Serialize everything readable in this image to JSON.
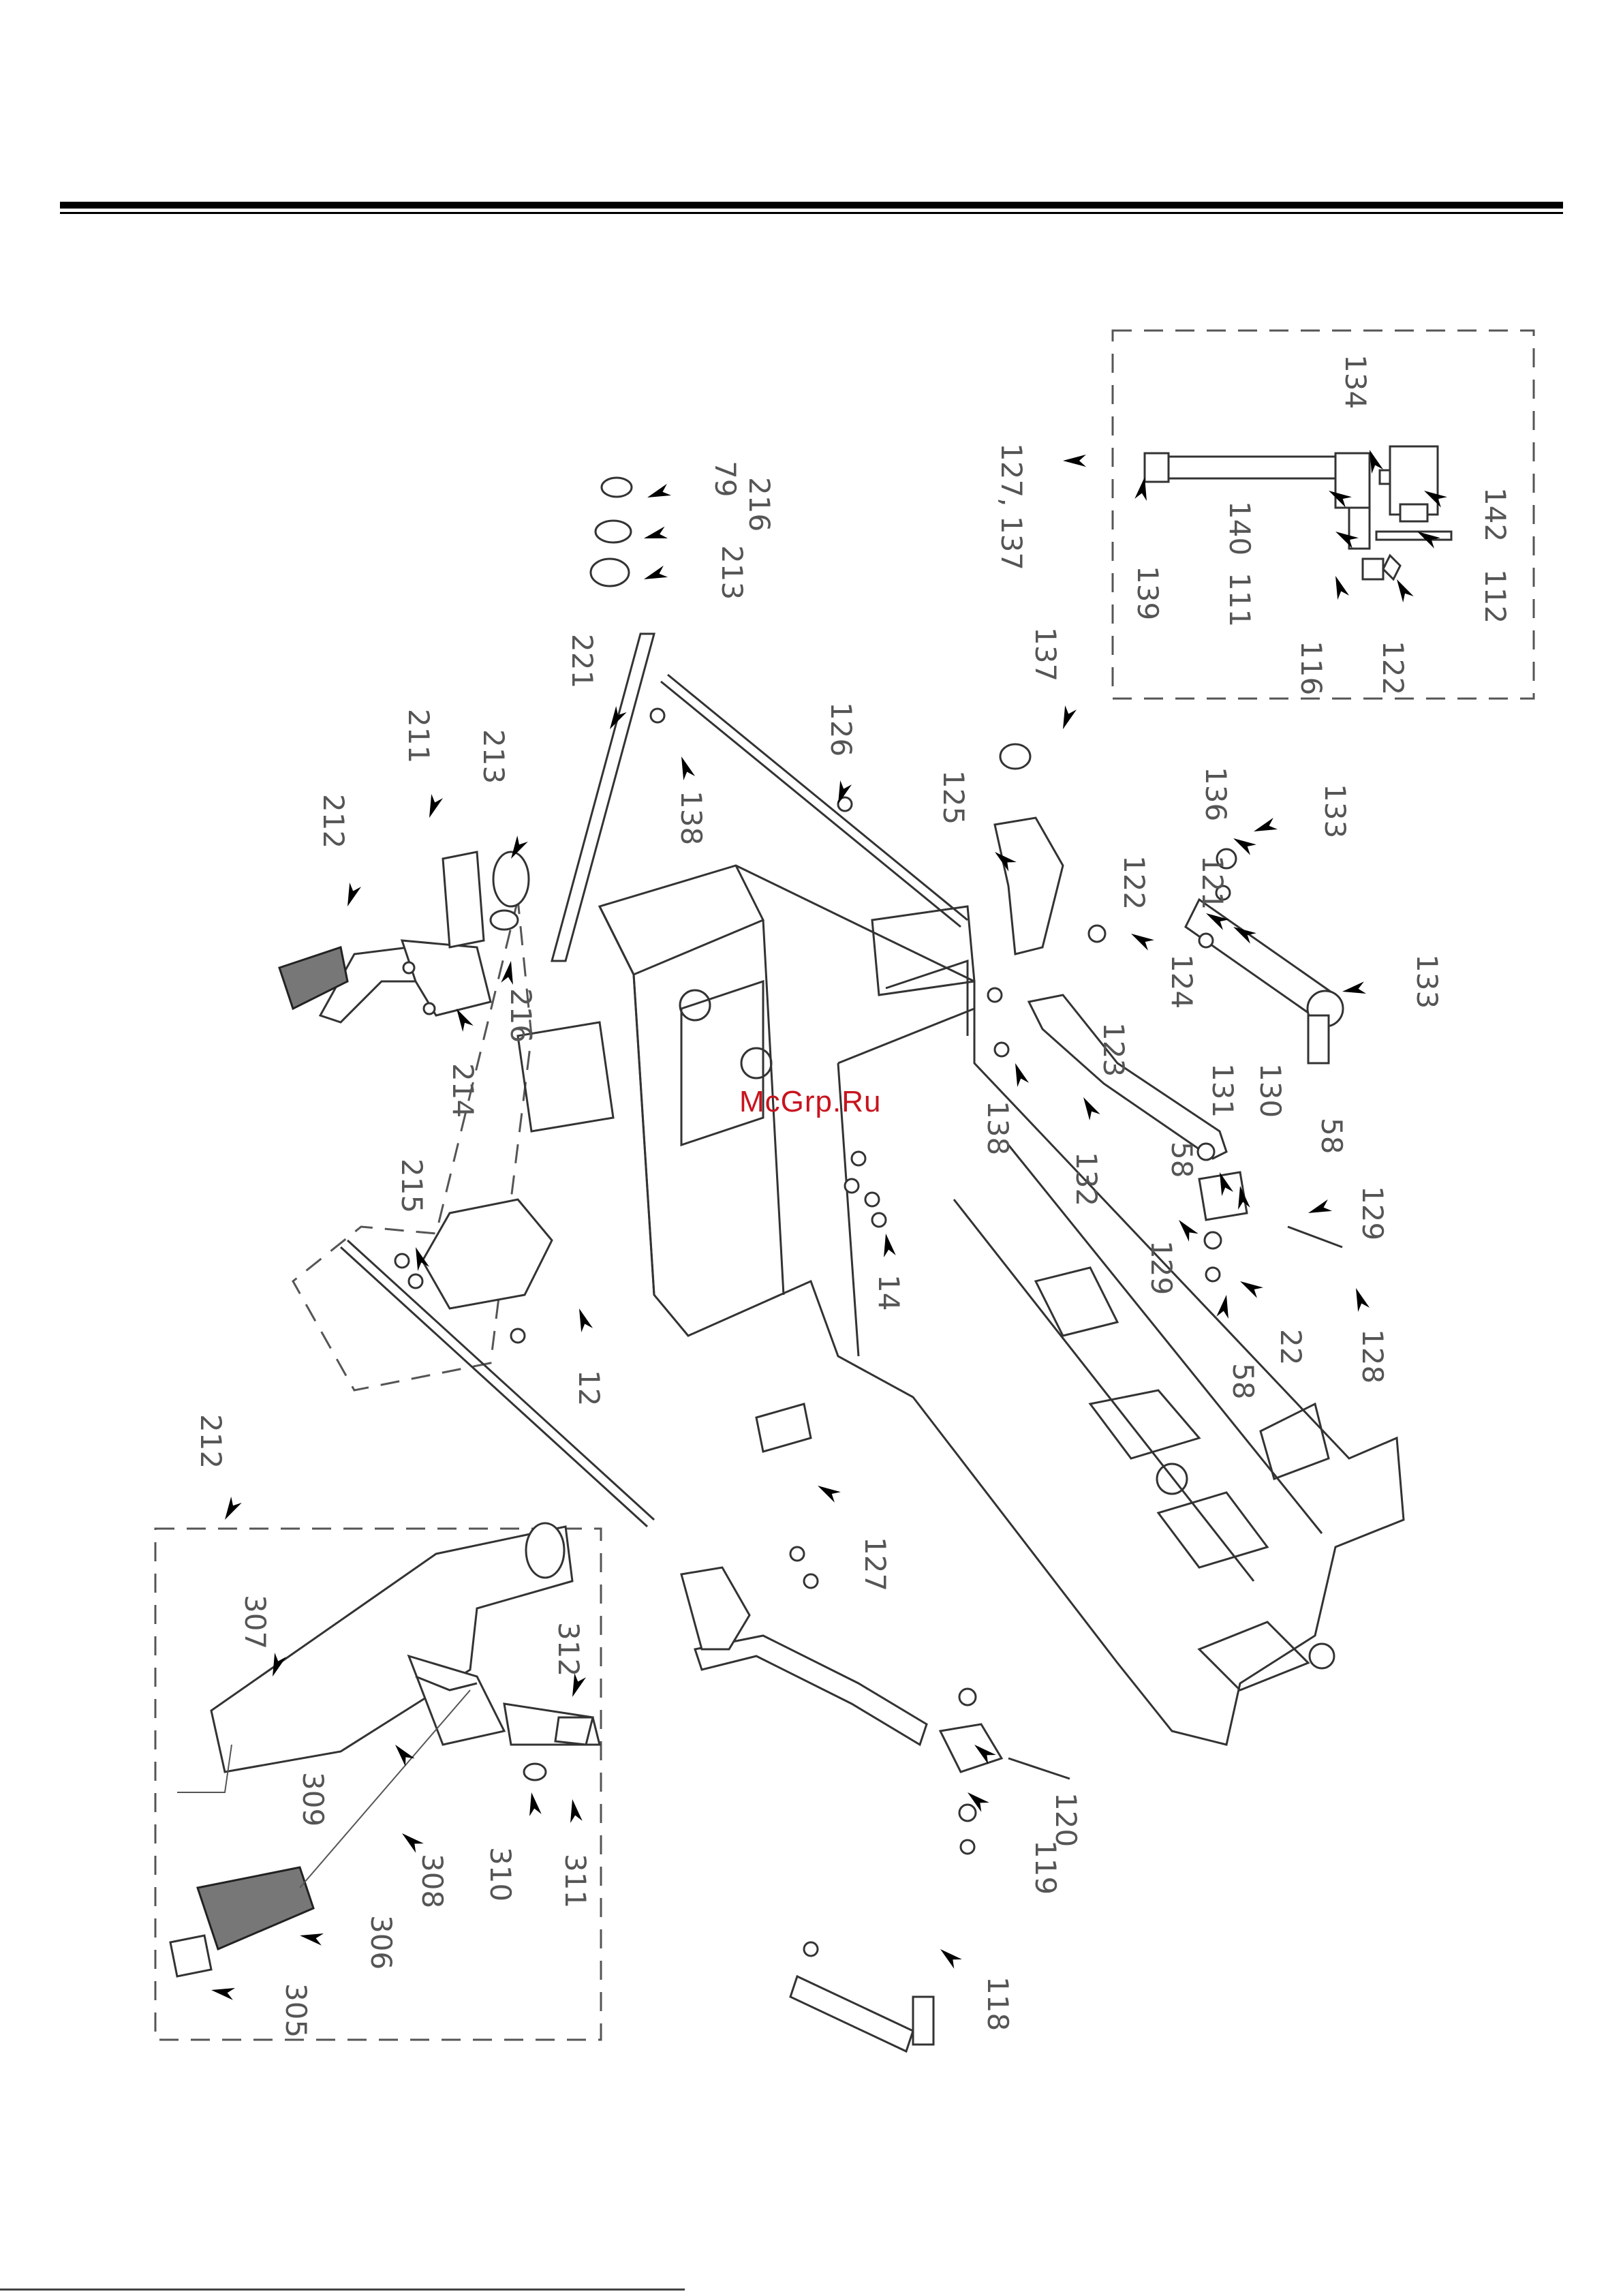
{
  "watermark": "McGrp.Ru",
  "callouts": [
    {
      "id": "c79",
      "text": "79"
    },
    {
      "id": "c216a",
      "text": "216"
    },
    {
      "id": "c213a",
      "text": "213"
    },
    {
      "id": "c221",
      "text": "221"
    },
    {
      "id": "c138a",
      "text": "138"
    },
    {
      "id": "c126",
      "text": "126"
    },
    {
      "id": "c211",
      "text": "211"
    },
    {
      "id": "c213b",
      "text": "213"
    },
    {
      "id": "c212a",
      "text": "212"
    },
    {
      "id": "c216b",
      "text": "216"
    },
    {
      "id": "c214",
      "text": "214"
    },
    {
      "id": "c215",
      "text": "215"
    },
    {
      "id": "c12",
      "text": "12"
    },
    {
      "id": "c14",
      "text": "14"
    },
    {
      "id": "c137a",
      "text": "137"
    },
    {
      "id": "c125",
      "text": "125"
    },
    {
      "id": "c136",
      "text": "136"
    },
    {
      "id": "c133a",
      "text": "133"
    },
    {
      "id": "c122a",
      "text": "122"
    },
    {
      "id": "c121",
      "text": "121"
    },
    {
      "id": "c124",
      "text": "124"
    },
    {
      "id": "c123",
      "text": "123"
    },
    {
      "id": "c133b",
      "text": "133"
    },
    {
      "id": "c138b",
      "text": "138"
    },
    {
      "id": "c132",
      "text": "132"
    },
    {
      "id": "c131",
      "text": "131"
    },
    {
      "id": "c130",
      "text": "130"
    },
    {
      "id": "c58a",
      "text": "58"
    },
    {
      "id": "c58b",
      "text": "58"
    },
    {
      "id": "c129a",
      "text": "129"
    },
    {
      "id": "c129b",
      "text": "129"
    },
    {
      "id": "c22",
      "text": "22"
    },
    {
      "id": "c58c",
      "text": "58"
    },
    {
      "id": "c128",
      "text": "128"
    },
    {
      "id": "c212b",
      "text": "212"
    },
    {
      "id": "c127",
      "text": "127"
    },
    {
      "id": "c120",
      "text": "120"
    },
    {
      "id": "c119",
      "text": "119"
    },
    {
      "id": "c118",
      "text": "118"
    },
    {
      "id": "c307",
      "text": "307"
    },
    {
      "id": "c312",
      "text": "312"
    },
    {
      "id": "c309",
      "text": "309"
    },
    {
      "id": "c308",
      "text": "308"
    },
    {
      "id": "c310",
      "text": "310"
    },
    {
      "id": "c311",
      "text": "311"
    },
    {
      "id": "c306",
      "text": "306"
    },
    {
      "id": "c305",
      "text": "305"
    },
    {
      "id": "c127137",
      "text": "127, 137"
    },
    {
      "id": "c134",
      "text": "134"
    },
    {
      "id": "c139",
      "text": "139"
    },
    {
      "id": "c140",
      "text": "140"
    },
    {
      "id": "c111",
      "text": "111"
    },
    {
      "id": "c142",
      "text": "142"
    },
    {
      "id": "c112",
      "text": "112"
    },
    {
      "id": "c116",
      "text": "116"
    },
    {
      "id": "c122b",
      "text": "122"
    }
  ]
}
